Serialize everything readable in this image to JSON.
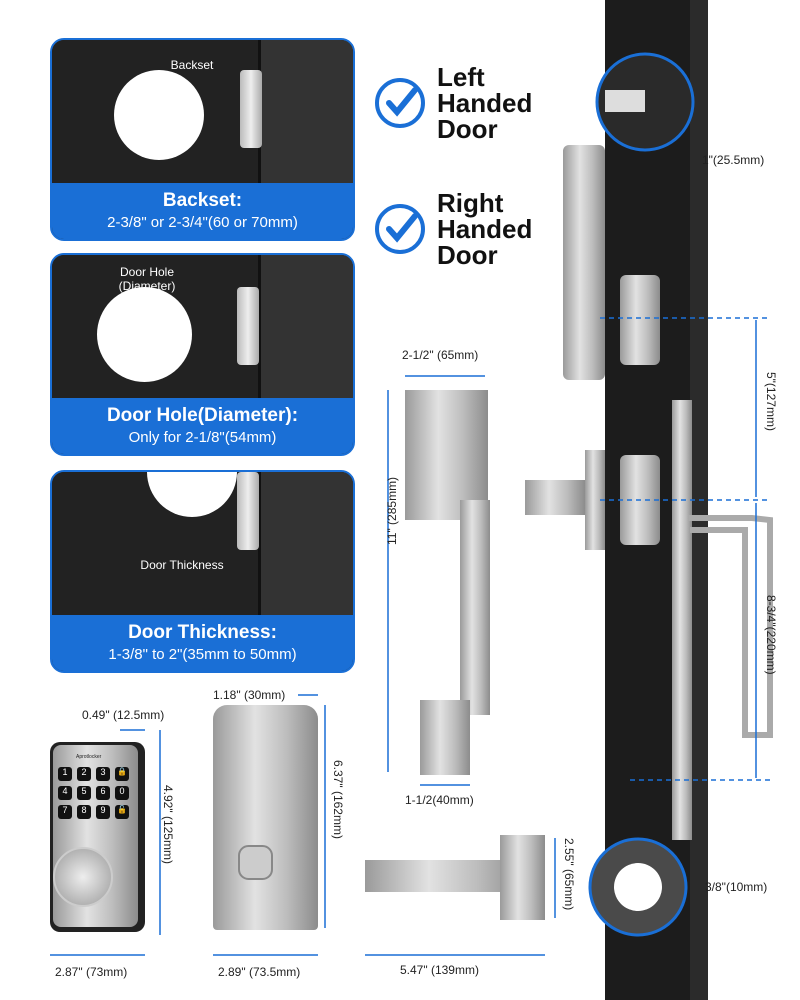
{
  "panels": [
    {
      "label": "Backset",
      "title": "Backset:",
      "subtitle": "2-3/8\" or 2-3/4\"(60 or 70mm)"
    },
    {
      "label": "Door Hole\n(Diameter)",
      "title": "Door Hole(Diameter):",
      "subtitle": "Only for 2-1/8\"(54mm)"
    },
    {
      "label": "Door Thickness",
      "title": "Door Thickness:",
      "subtitle": "1-3/8\" to 2\"(35mm to 50mm)"
    }
  ],
  "door_options": [
    {
      "label": "Left\nHanded\nDoor"
    },
    {
      "label": "Right\nHanded\nDoor"
    }
  ],
  "dimensions": {
    "bolt_throw": "1\"(25.5mm)",
    "latch_to_deadbolt": "5\"(127mm)",
    "latch_to_bottom": "8-3/4\"(220mm)",
    "handle_width": "2-1/2\" (65mm)",
    "handle_height": "11\" (285mm)",
    "handle_bottom_width": "1-1/2(40mm)",
    "keypad_depth": "0.49\" (12.5mm)",
    "keypad_height": "4.92\" (125mm)",
    "keypad_width": "2.87\" (73mm)",
    "interior_depth": "1.18\" (30mm)",
    "interior_height": "6.37\" (162mm)",
    "interior_width": "2.89\" (73.5mm)",
    "lever_height": "2.55\" (65mm)",
    "lever_length": "5.47\" (139mm)",
    "hole_edge": "3/8\"(10mm)"
  },
  "keypad": {
    "brand": "Aprotlocker",
    "keys": [
      "1",
      "2",
      "3",
      "🔒",
      "4",
      "5",
      "6",
      "0",
      "7",
      "8",
      "9",
      "🔓"
    ]
  },
  "colors": {
    "accent": "#1a6fd6",
    "door": "#1c1c1c"
  }
}
